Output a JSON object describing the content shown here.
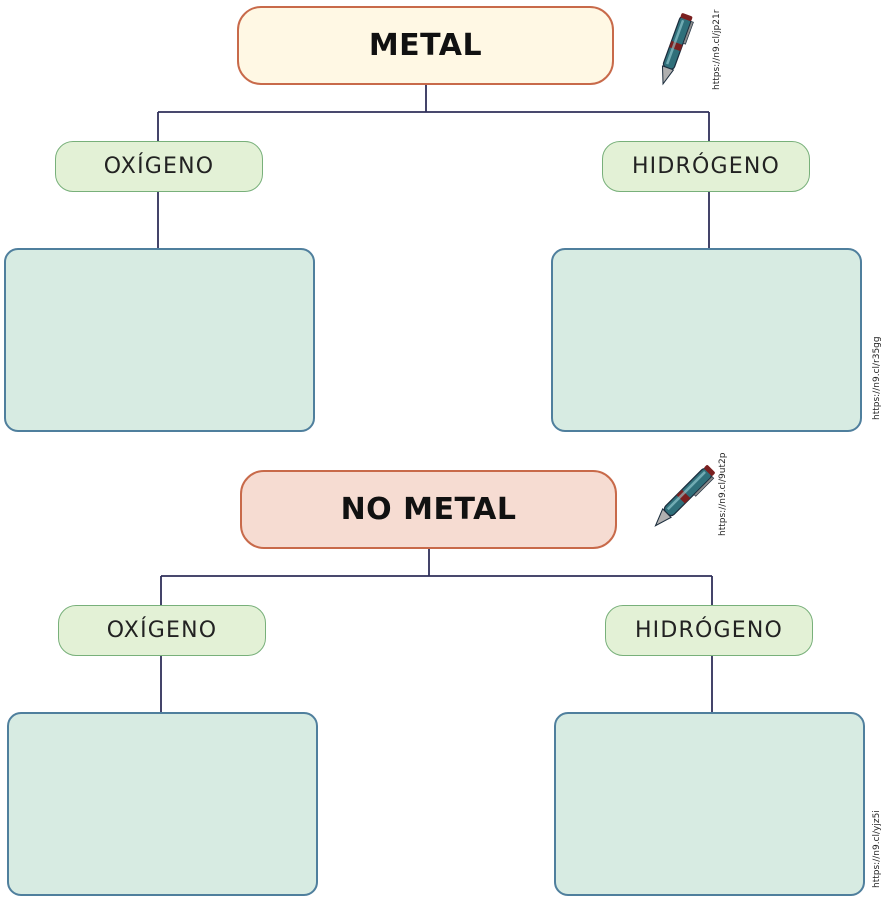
{
  "sections": [
    {
      "title": "METAL",
      "branches": [
        {
          "label": "OXÍGENO"
        },
        {
          "label": "HIDRÓGENO"
        }
      ],
      "credits": [
        "https://n9.cl/jp21r",
        "https://n9.cl/r35gg"
      ]
    },
    {
      "title": "NO METAL",
      "branches": [
        {
          "label": "OXÍGENO"
        },
        {
          "label": "HIDRÓGENO"
        }
      ],
      "credits": [
        "https://n9.cl/9ut2p",
        "https://n9.cl/yjz5i"
      ]
    }
  ],
  "colors": {
    "metal_title_fill": "#fff8e4",
    "nometal_title_fill": "#f6dcd2",
    "title_border": "#c86a4a",
    "branch_fill": "#e3f1d6",
    "branch_border": "#78b07a",
    "panel_fill": "#d7ebe2",
    "panel_border": "#4f7f9d",
    "connector": "#2f2f5a"
  },
  "icons": [
    "pen-icon",
    "pen-icon"
  ]
}
